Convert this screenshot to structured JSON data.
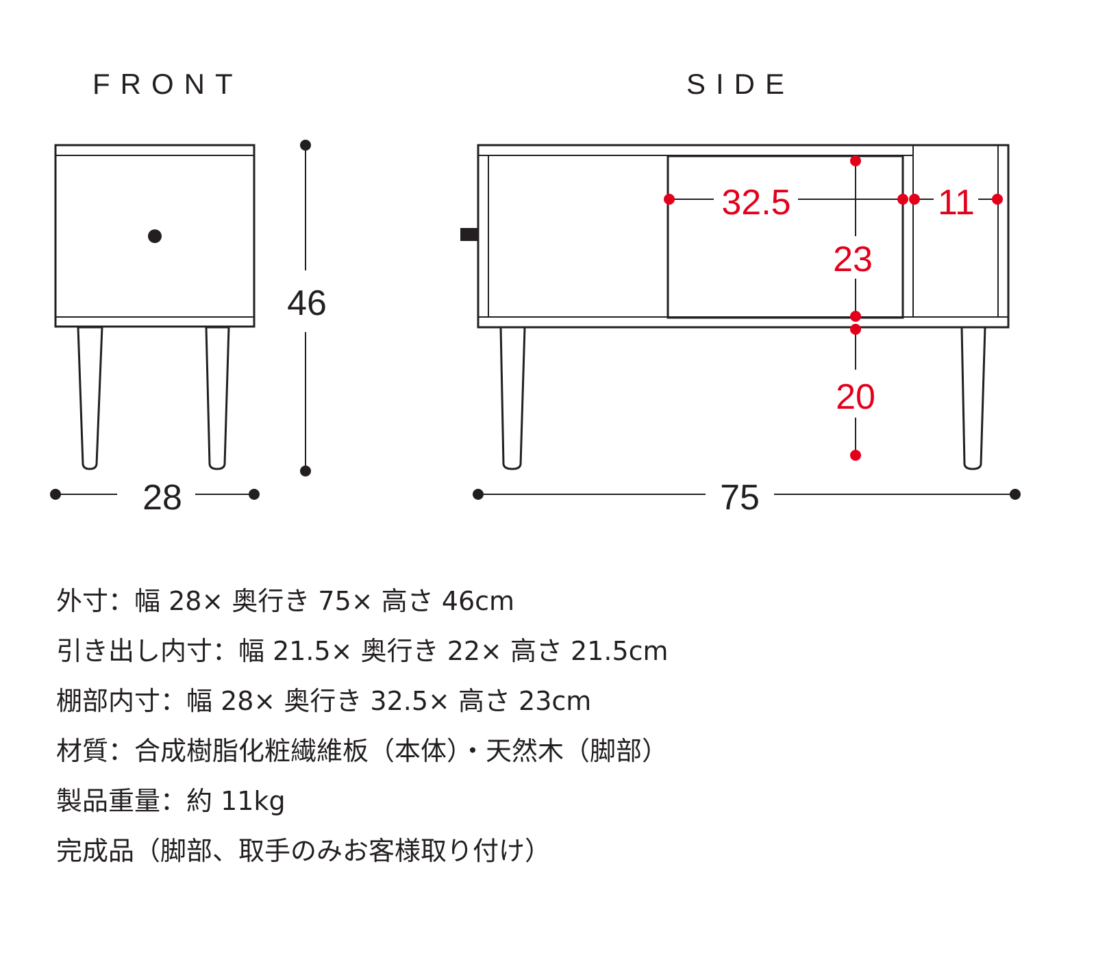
{
  "views": {
    "front": {
      "title": "FRONT",
      "height_label": "46",
      "width_label": "28"
    },
    "side": {
      "title": "SIDE",
      "length_label": "75",
      "drawer_depth_label": "32.5",
      "shelf_depth_label": "11",
      "drawer_height_label": "23",
      "leg_height_label": "20"
    }
  },
  "colors": {
    "outline": "#231f20",
    "dimension_accent": "#e3001b",
    "background": "#ffffff"
  },
  "specs": [
    "外寸：幅 28× 奥行き 75× 高さ 46cm",
    "引き出し内寸：幅 21.5× 奥行き 22× 高さ 21.5cm",
    "棚部内寸：幅 28× 奥行き 32.5× 高さ 23cm",
    "材質：合成樹脂化粧繊維板（本体）・天然木（脚部）",
    "製品重量：約 11kg",
    "完成品（脚部、取手のみお客様取り付け）"
  ]
}
